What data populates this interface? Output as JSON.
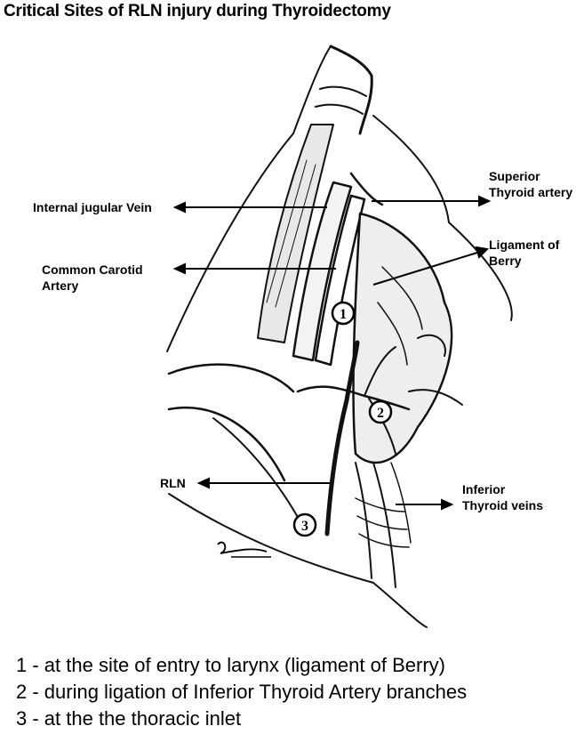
{
  "title": "Critical Sites of RLN injury during Thyroidectomy",
  "labels": {
    "ijv": "Internal jugular Vein",
    "cca_1": "Common Carotid",
    "cca_2": "Artery",
    "sta_1": "Superior",
    "sta_2": "Thyroid artery",
    "lob_1": "Ligament of",
    "lob_2": "Berry",
    "rln": "RLN",
    "itv_1": "Inferior",
    "itv_2": "Thyroid veins"
  },
  "markers": [
    "1",
    "2",
    "3"
  ],
  "signature": "Sarat",
  "legend": [
    "1 - at the site of entry to larynx (ligament of Berry)",
    "2 - during ligation of Inferior Thyroid Artery branches",
    "3 - at the the thoracic inlet"
  ]
}
